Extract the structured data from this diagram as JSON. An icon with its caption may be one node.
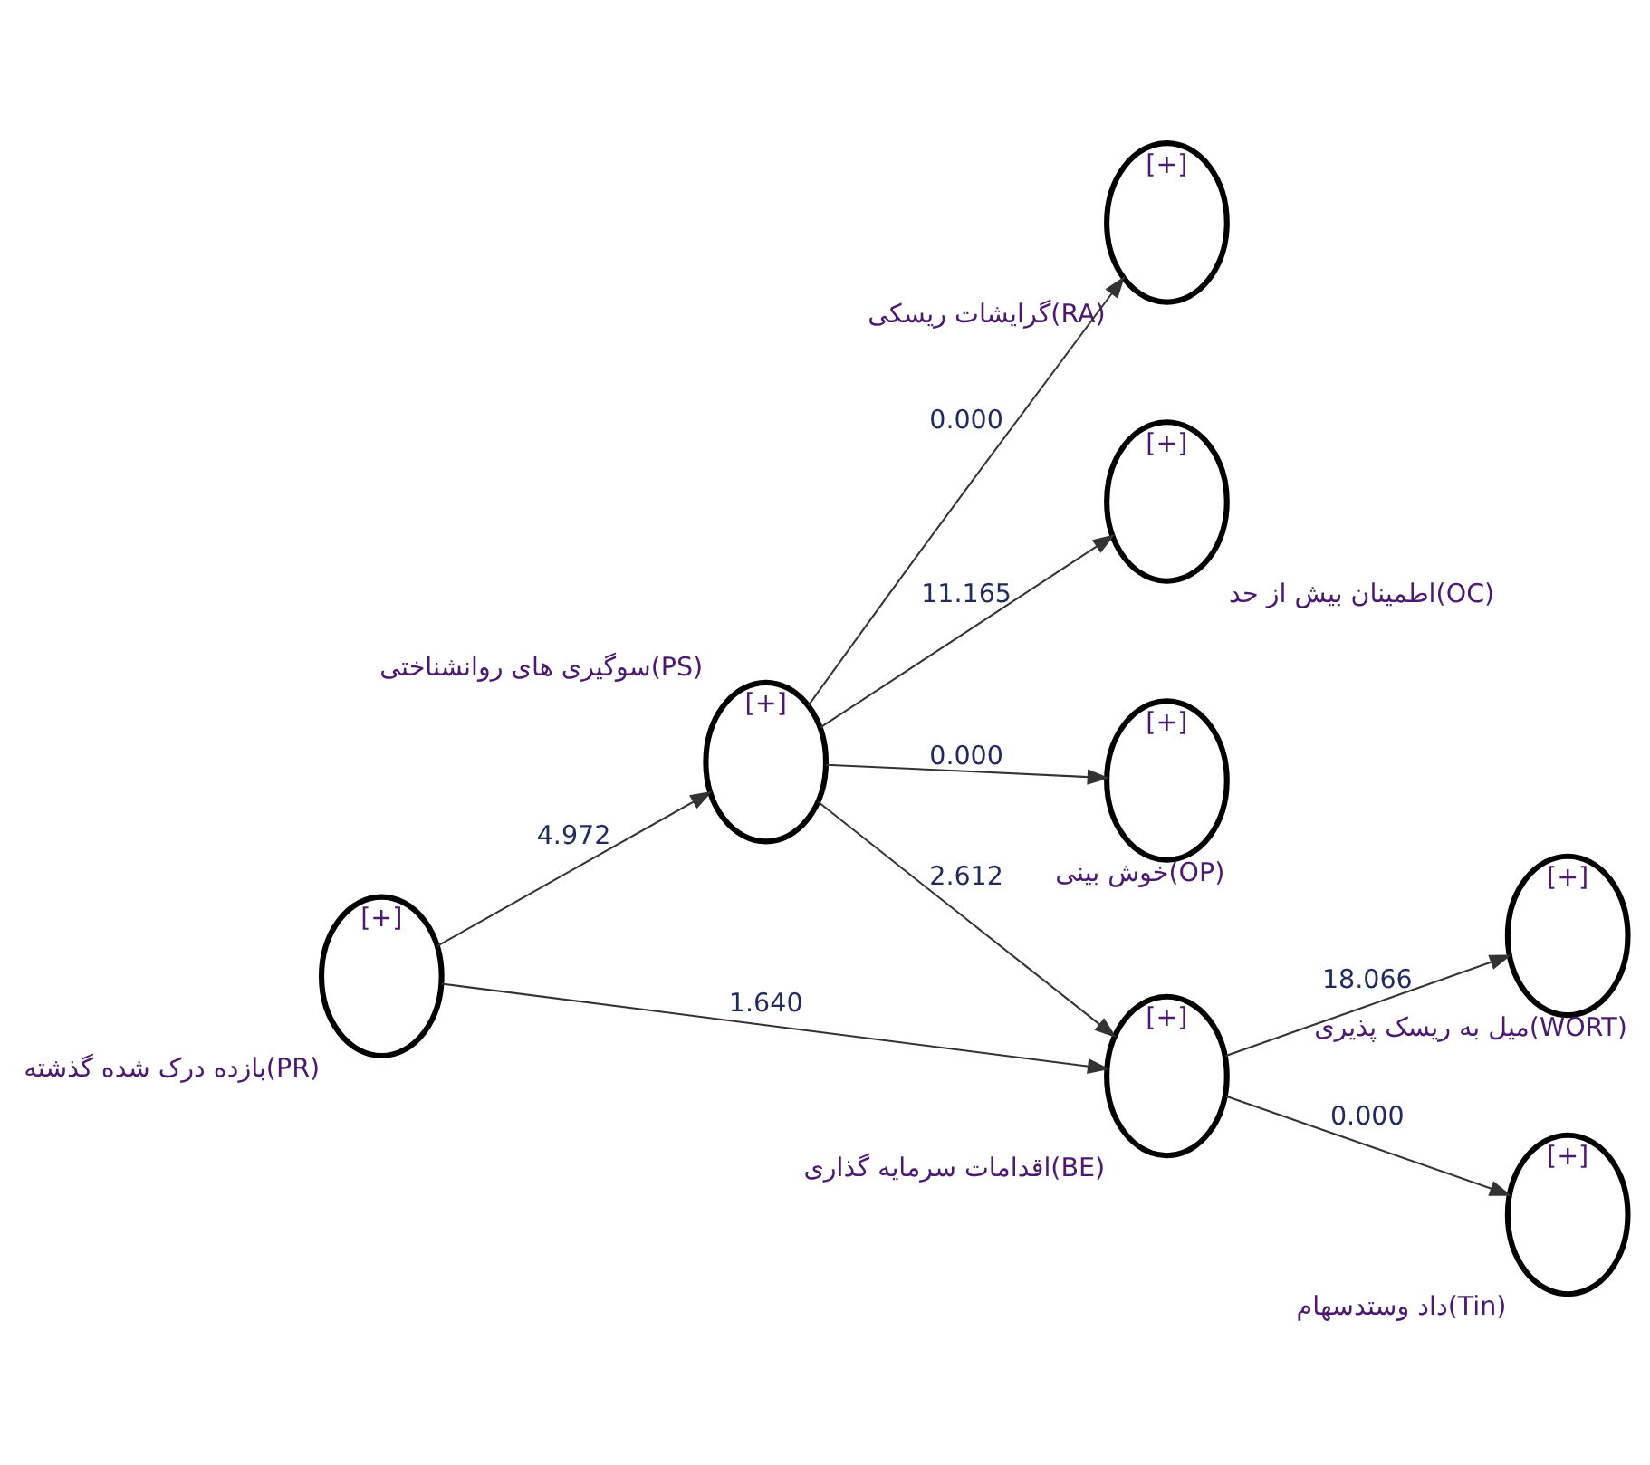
{
  "diagram": {
    "nodes": [
      {
        "text": [
          "[+]"
        ],
        "beside": [
          "گرایشات ریسکی(RA)"
        ]
      },
      {
        "text": [
          "[+]"
        ],
        "beside": [
          "اطمینان بیش از حد(OC)"
        ]
      },
      {
        "text": [
          "[+]"
        ],
        "beside": [
          "خوش بینی(OP)"
        ]
      },
      {
        "text": [
          "[+]"
        ],
        "beside": [
          "سوگیری های روانشناختی(PS)"
        ]
      },
      {
        "text": [
          "[+]"
        ],
        "beside": [
          "میل به ریسک پذیری(WORT)"
        ]
      },
      {
        "text": [
          "[+]"
        ],
        "beside": [
          "بازده درک شده گذشته(PR)"
        ]
      },
      {
        "text": [
          "[+]"
        ],
        "beside": [
          "اقدامات سرمایه گذاری(BE)"
        ]
      },
      {
        "text": [
          "[+]"
        ],
        "beside": [
          "داد وستدسهام(Tin)"
        ]
      }
    ],
    "edges": [
      {
        "from": 3,
        "to": 0,
        "arrow": "to",
        "label": "0.000"
      },
      {
        "from": 3,
        "to": 1,
        "arrow": "to",
        "label": "11.165"
      },
      {
        "from": 3,
        "to": 2,
        "arrow": "to",
        "label": "0.000"
      },
      {
        "from": 5,
        "to": 3,
        "arrow": "to",
        "label": "4.972"
      },
      {
        "from": 3,
        "to": 6,
        "arrow": "to",
        "label": "2.612"
      },
      {
        "from": 5,
        "to": 6,
        "arrow": "to",
        "label": "1.640"
      },
      {
        "from": 6,
        "to": 4,
        "arrow": "to",
        "label": "18.066"
      },
      {
        "from": 6,
        "to": 7,
        "arrow": "to",
        "label": "0.000"
      }
    ]
  }
}
